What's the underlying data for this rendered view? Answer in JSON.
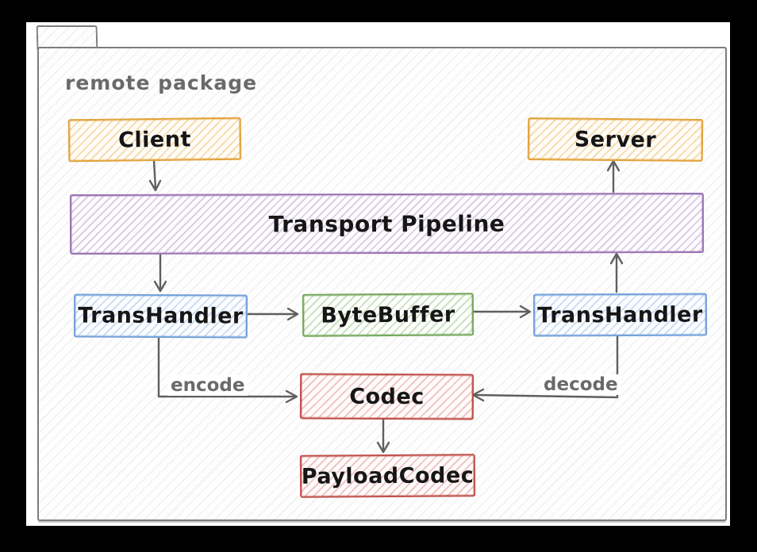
{
  "package": {
    "label": "remote package"
  },
  "nodes": {
    "client": {
      "label": "Client",
      "color": "#e2a33d"
    },
    "server": {
      "label": "Server",
      "color": "#e2a33d"
    },
    "pipeline": {
      "label": "Transport Pipeline",
      "color": "#9a75b5"
    },
    "trans_left": {
      "label": "TransHandler",
      "color": "#74a0da"
    },
    "byte_buffer": {
      "label": "ByteBuffer",
      "color": "#74a85c"
    },
    "trans_right": {
      "label": "TransHandler",
      "color": "#74a0da"
    },
    "codec": {
      "label": "Codec",
      "color": "#c0504b"
    },
    "payload_codec": {
      "label": "PayloadCodec",
      "color": "#c0504b"
    }
  },
  "edge_labels": {
    "encode": "encode",
    "decode": "decode"
  },
  "edges": [
    {
      "from": "Client",
      "to": "Transport Pipeline"
    },
    {
      "from": "Transport Pipeline",
      "to": "TransHandler-left"
    },
    {
      "from": "TransHandler-left",
      "to": "ByteBuffer"
    },
    {
      "from": "ByteBuffer",
      "to": "TransHandler-right"
    },
    {
      "from": "TransHandler-right",
      "to": "Transport Pipeline"
    },
    {
      "from": "Transport Pipeline",
      "to": "Server"
    },
    {
      "from": "TransHandler-left",
      "to": "Codec",
      "label": "encode"
    },
    {
      "from": "TransHandler-right",
      "to": "Codec",
      "label": "decode"
    },
    {
      "from": "Codec",
      "to": "PayloadCodec"
    }
  ],
  "colors": {
    "arrow": "#5f5f5f",
    "package_border": "#7d7d7d",
    "package_label_text": "#6a6a6a",
    "frame_background": "#000000"
  }
}
